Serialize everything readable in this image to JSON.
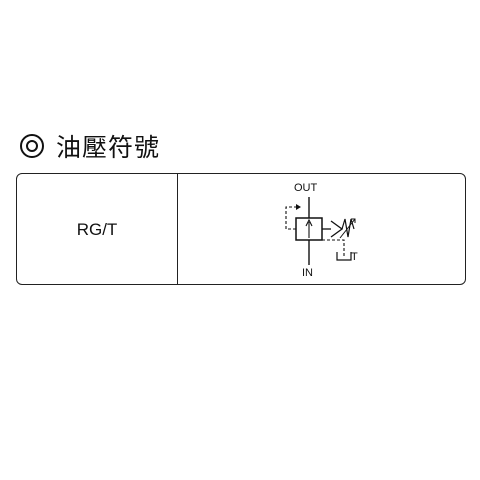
{
  "section": {
    "bullet_icon": "double-circle-icon",
    "title": "油壓符號"
  },
  "table": {
    "model": "RG/T",
    "symbol": {
      "type": "pressure-reducing-valve-symbol",
      "ports": {
        "out": "OUT",
        "in": "IN",
        "tank": "T"
      }
    }
  }
}
